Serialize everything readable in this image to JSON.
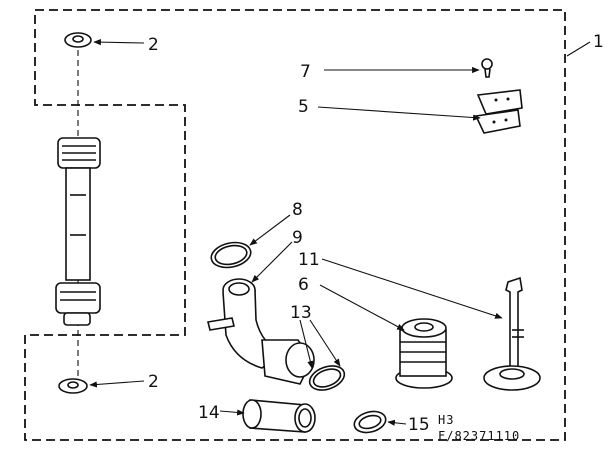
{
  "callouts": {
    "assembly": "1",
    "washer_top": "2",
    "washer_bottom": "2",
    "screw": "7",
    "clip": "5",
    "ring_8": "8",
    "elbow": "9",
    "rod": "11",
    "spring_base": "6",
    "ring_13": "13",
    "sleeve": "14",
    "cap": "15"
  },
  "drawing_code": {
    "line1": "H3",
    "line2": "F/82371110"
  }
}
